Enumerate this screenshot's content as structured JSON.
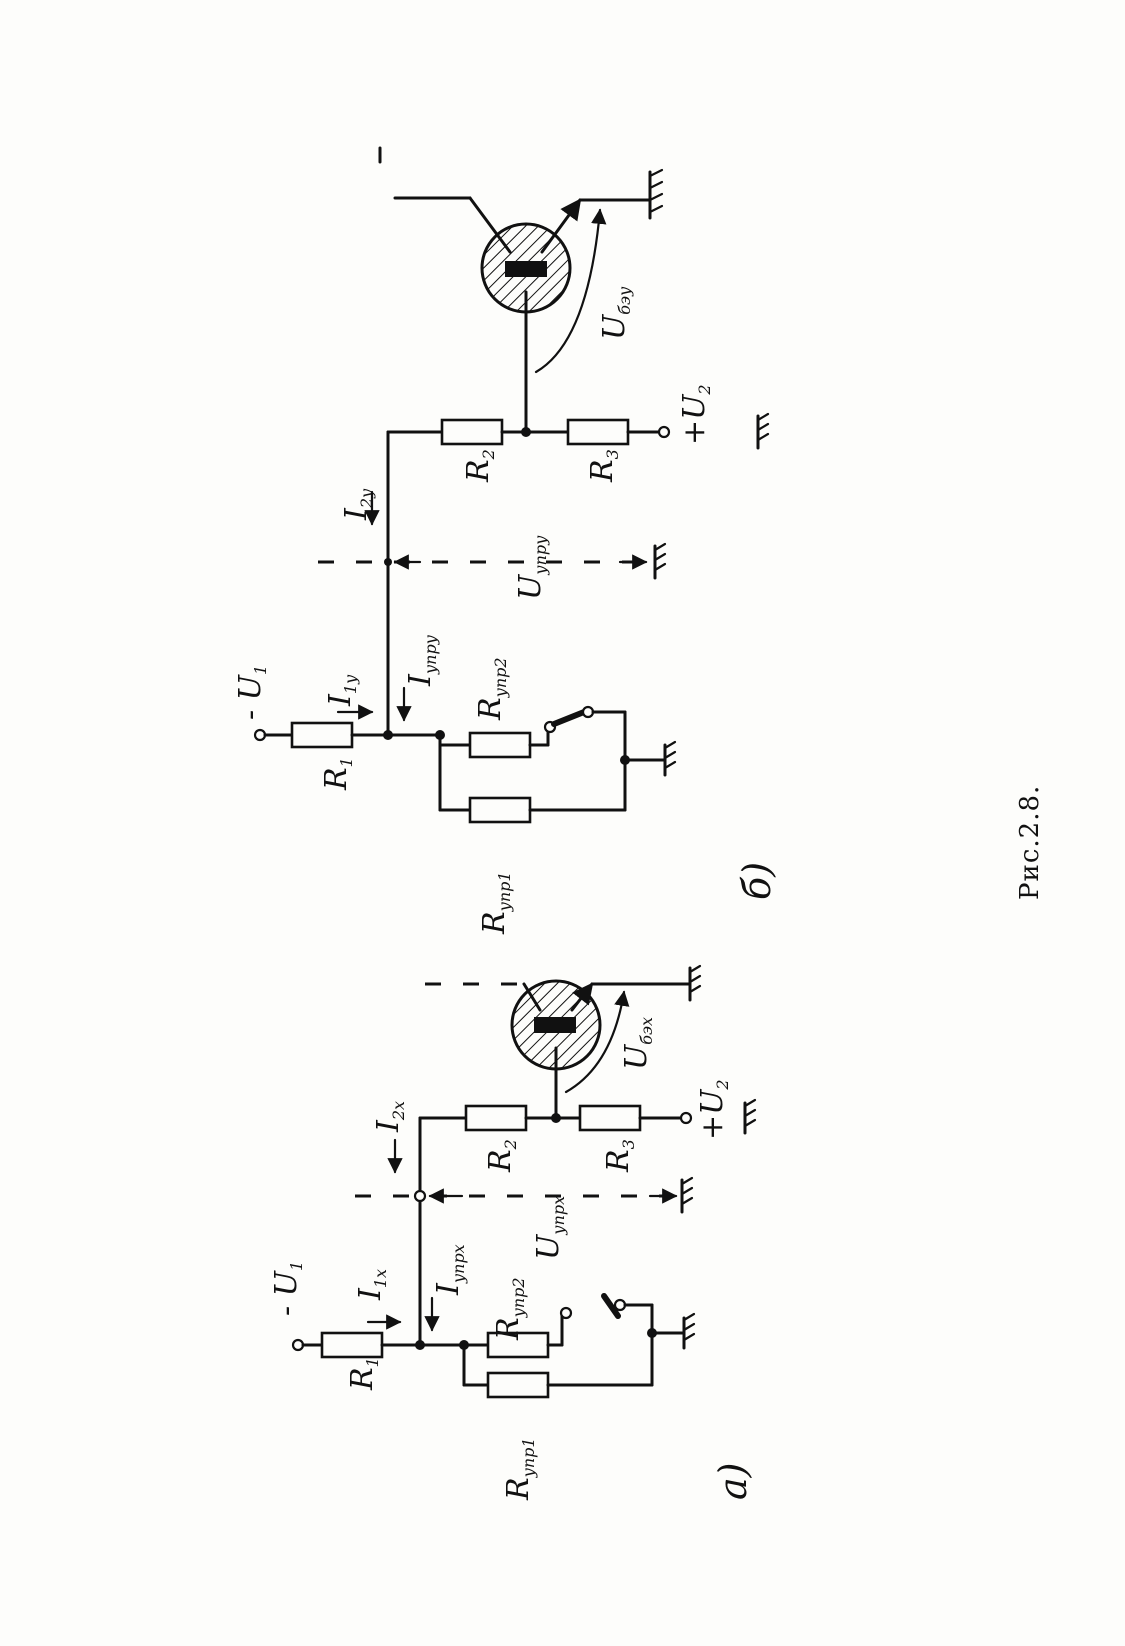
{
  "caption": "Рис.2.8.",
  "panels": [
    {
      "tag": "а)",
      "labels": {
        "supply_neg": "- U",
        "supply_neg_sub": "1",
        "supply_pos": "+U",
        "supply_pos_sub": "2",
        "r1": "R",
        "r1_sub": "1",
        "r2": "R",
        "r2_sub": "2",
        "r3": "R",
        "r3_sub": "3",
        "rupr1": "R",
        "rupr1_sub": "упр1",
        "rupr2": "R",
        "rupr2_sub": "упр2",
        "i1": "I",
        "i1_sub": "1x",
        "i2": "I",
        "i2_sub": "2x",
        "iupr": "I",
        "iupr_sub": "упрx",
        "uupr": "U",
        "uupr_sub": "упрx",
        "ube": "U",
        "ube_sub": "бэx"
      }
    },
    {
      "tag": "б)",
      "labels": {
        "supply_neg": "- U",
        "supply_neg_sub": "1",
        "supply_pos": "+U",
        "supply_pos_sub": "2",
        "r1": "R",
        "r1_sub": "1",
        "r2": "R",
        "r2_sub": "2",
        "r3": "R",
        "r3_sub": "3",
        "rupr1": "R",
        "rupr1_sub": "упр1",
        "rupr2": "R",
        "rupr2_sub": "упр2",
        "i1": "I",
        "i1_sub": "1y",
        "i2": "I",
        "i2_sub": "2y",
        "iupr": "I",
        "iupr_sub": "упрy",
        "uupr": "U",
        "uupr_sub": "упрy",
        "ube": "U",
        "ube_sub": "бэy"
      }
    }
  ]
}
